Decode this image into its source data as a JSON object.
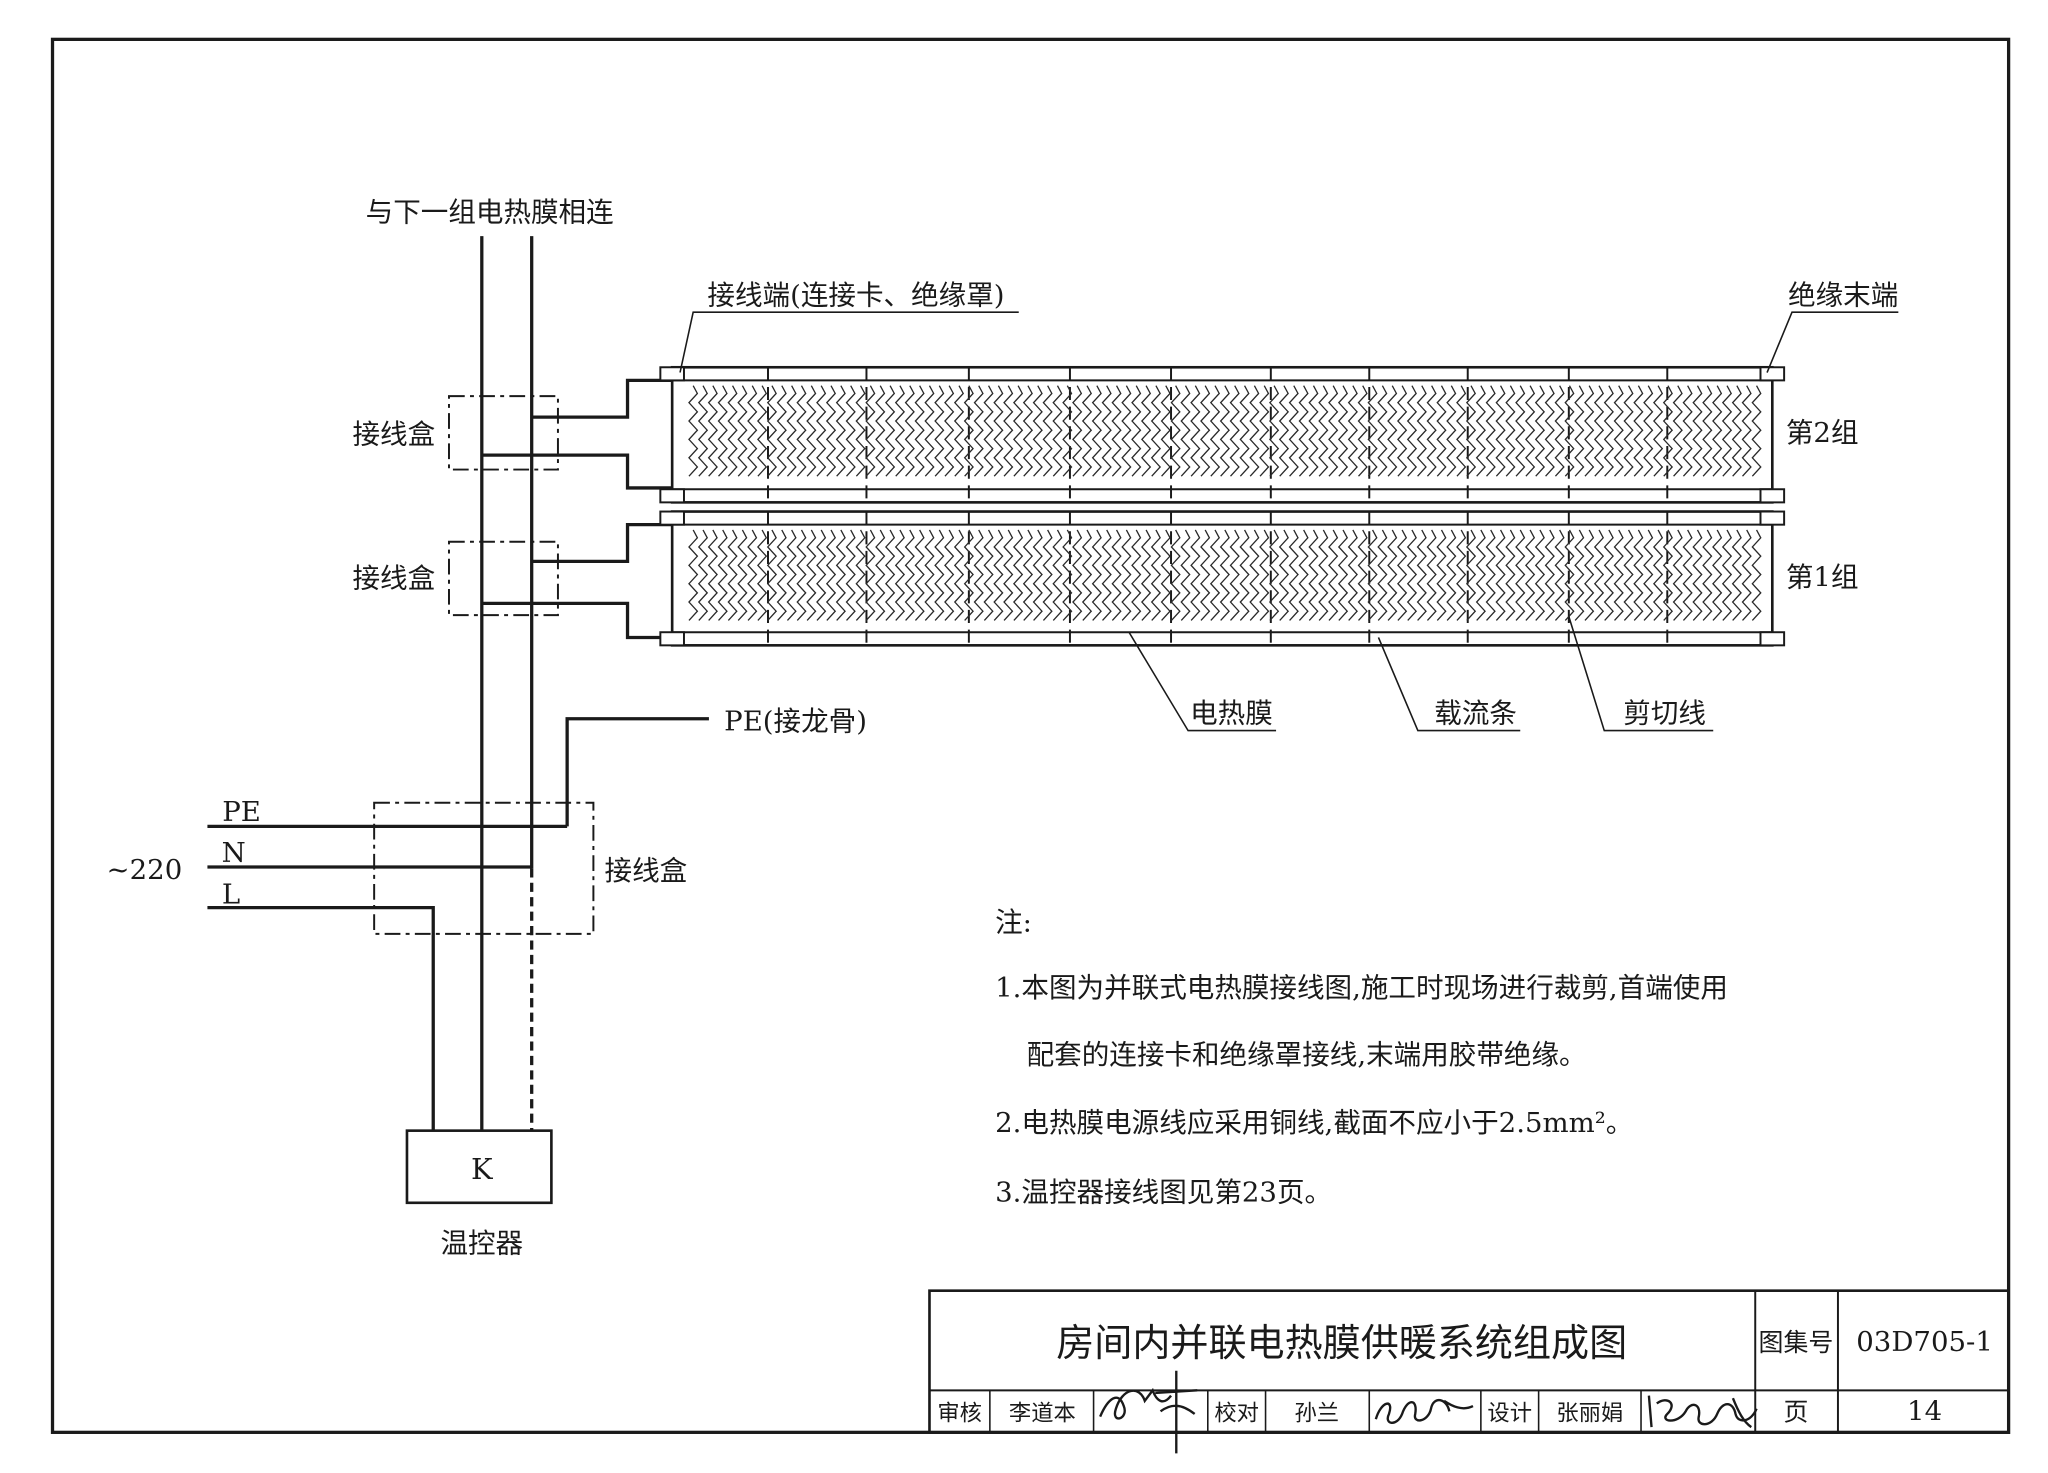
{
  "labels": {
    "next_group": "与下一组电热膜相连",
    "terminal": "接线端(连接卡、绝缘罩)",
    "insulated_end": "绝缘末端",
    "group2": "第2组",
    "group1": "第1组",
    "junction_box": "接线盒",
    "pe_keel": "PE(接龙骨)",
    "pe": "PE",
    "n": "N",
    "l": "L",
    "voltage": "~220",
    "thermostat_symbol": "K",
    "thermostat": "温控器",
    "heating_film": "电热膜",
    "current_strip": "载流条",
    "cut_line": "剪切线"
  },
  "notes": {
    "heading": "注:",
    "n1a": "1.本图为并联式电热膜接线图,施工时现场进行裁剪,首端使用",
    "n1b": "配套的连接卡和绝缘罩接线,末端用胶带绝缘。",
    "n2": "2.电热膜电源线应采用铜线,截面不应小于2.5mm²。",
    "n3": "3.温控器接线图见第23页。"
  },
  "title_block": {
    "title": "房间内并联电热膜供暖系统组成图",
    "atlas_label": "图集号",
    "atlas_no": "03D705-1",
    "page_label": "页",
    "page_no": "14",
    "review_label": "审核",
    "review_name": "李道本",
    "check_label": "校对",
    "check_name": "孙兰",
    "design_label": "设计",
    "design_name": "张丽娟"
  }
}
